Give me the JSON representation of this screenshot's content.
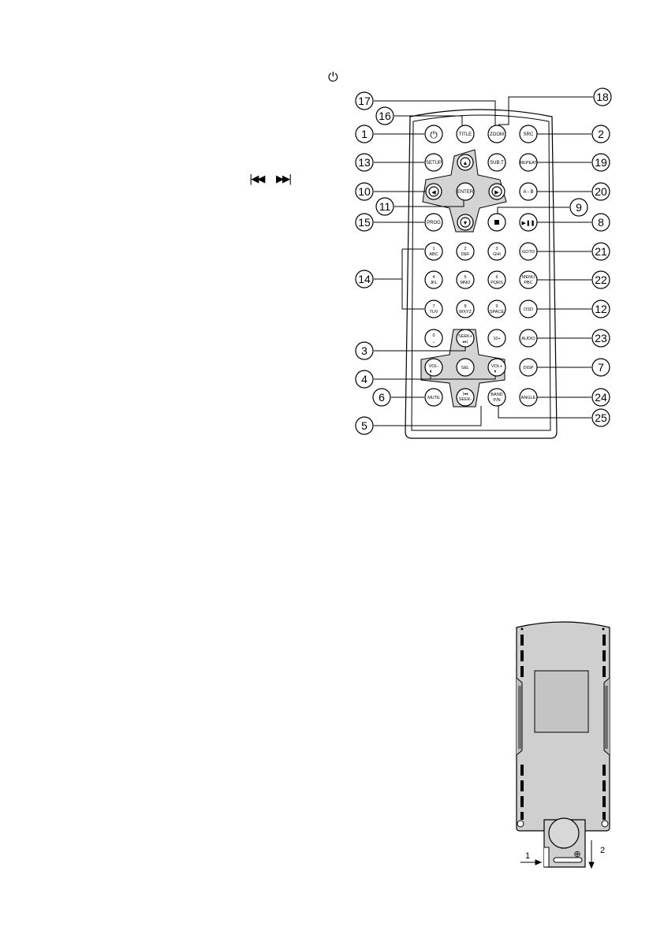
{
  "header": {
    "power_glyph": "⏻",
    "prev_glyph": "|◀◀",
    "next_glyph": "▶▶|"
  },
  "remote": {
    "buttons": {
      "power": "",
      "title": "TITLE",
      "zoom": "ZOOM",
      "src": "SRC",
      "setup": "SETUP",
      "subt": "SUB.T",
      "repeat": "REPEAT",
      "enter": "ENTER",
      "ab": "A - B",
      "prog": "PROG",
      "goto": "GOTO",
      "osd": "OSD",
      "ten_plus": "10+",
      "audio": "AUDIO",
      "sel": "SEL",
      "disp": "DISP",
      "mute": "MUTE",
      "angle": "ANGLE",
      "num1": [
        "1",
        "ABC"
      ],
      "num2": [
        "2",
        "DEF"
      ],
      "num3": [
        "3",
        "GHI"
      ],
      "num4": [
        "4",
        "JKL"
      ],
      "num5": [
        "5",
        "MNO"
      ],
      "num6": [
        "6",
        "PQRS"
      ],
      "num7": [
        "7",
        "TUV"
      ],
      "num8": [
        "8",
        "WXYZ"
      ],
      "num9": [
        "9",
        "SPACE"
      ],
      "num0": [
        "0",
        "_"
      ],
      "menu": [
        "MENU",
        "PBC"
      ],
      "band": [
        "BAND",
        "P/N"
      ],
      "seek_plus": [
        "SEEK+",
        "▸▸|"
      ],
      "seek_minus": [
        "|◂◂",
        "SEEK-"
      ],
      "vol_minus": [
        "VOL-",
        ""
      ],
      "vol_plus": [
        "VOL+",
        ""
      ]
    },
    "callouts": [
      "1",
      "2",
      "3",
      "4",
      "5",
      "6",
      "7",
      "8",
      "9",
      "10",
      "11",
      "12",
      "13",
      "14",
      "15",
      "16",
      "17",
      "18",
      "19",
      "20",
      "21",
      "22",
      "23",
      "24",
      "25"
    ]
  },
  "battery_diagram": {
    "step1": "1",
    "step2": "2",
    "plus_sign": "⊕"
  }
}
